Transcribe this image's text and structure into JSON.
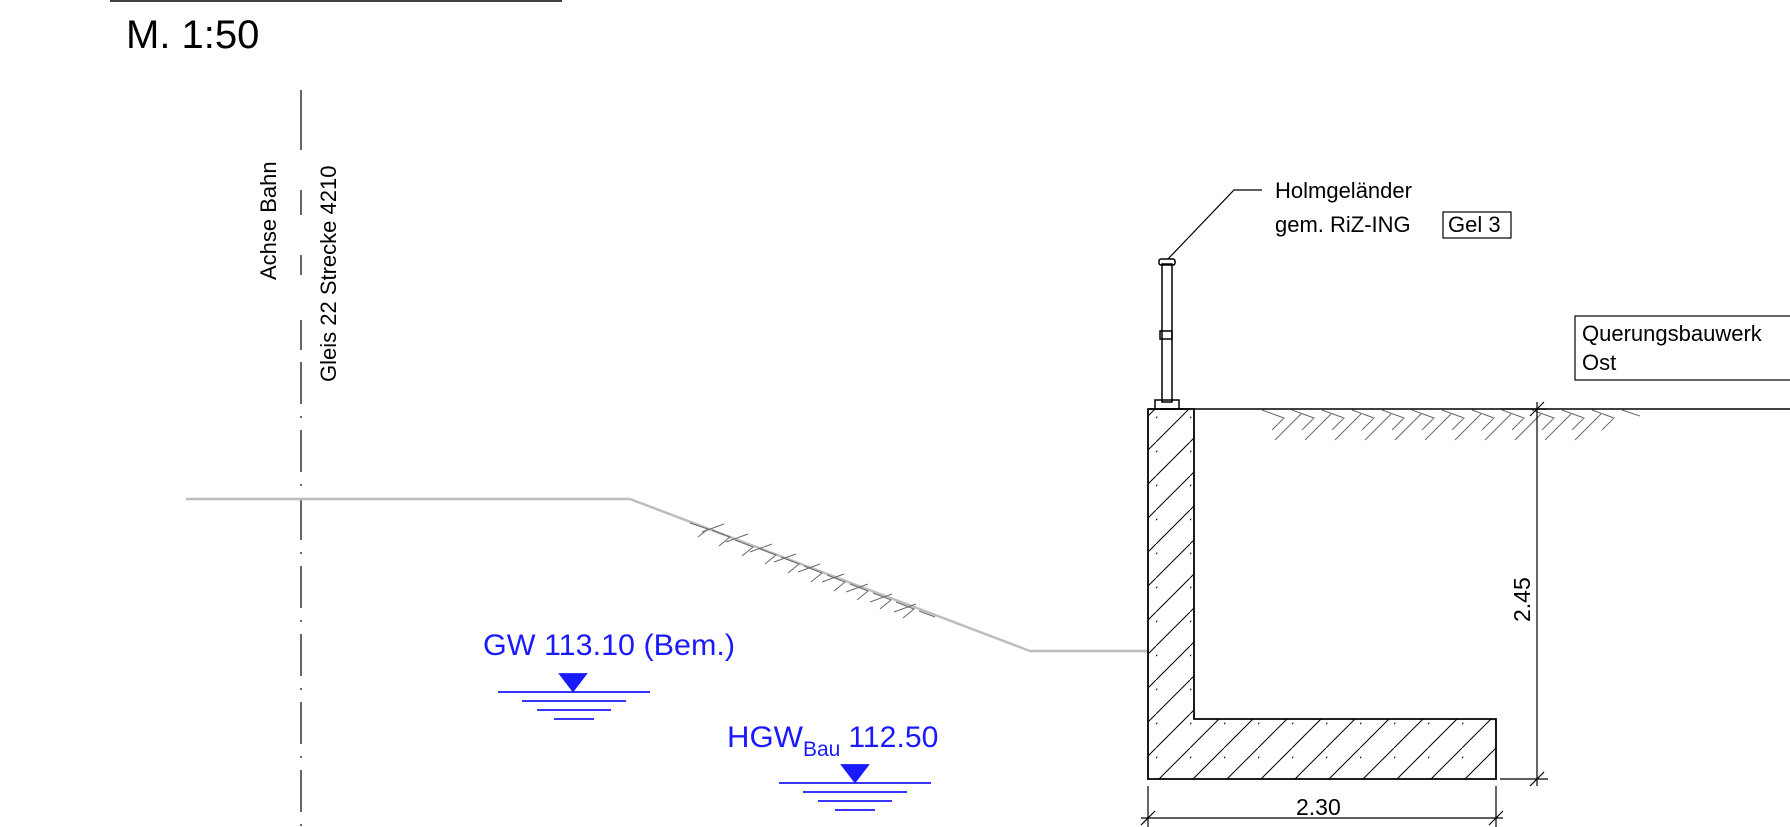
{
  "scale": {
    "label": "M. 1:50"
  },
  "axis": {
    "label_achse": "Achse Bahn",
    "label_gleis": "Gleis 22 Strecke 4210"
  },
  "railing": {
    "line1": "Holmgeländer",
    "line2_prefix": "gem. RiZ-ING",
    "line2_boxed": "Gel 3"
  },
  "structure": {
    "line1": "Querungsbauwerk",
    "line2": "Ost"
  },
  "water": {
    "gw_label": "GW 113.10 (Bem.)",
    "hgw_main": "HGW",
    "hgw_sub": "Bau",
    "hgw_value": "112.50",
    "color": "#1a1aff"
  },
  "dimensions": {
    "height": "2.45",
    "width": "2.30"
  },
  "colors": {
    "line": "#000000",
    "ground": "#bdbdbd",
    "hatch": "#6a6a6a"
  }
}
